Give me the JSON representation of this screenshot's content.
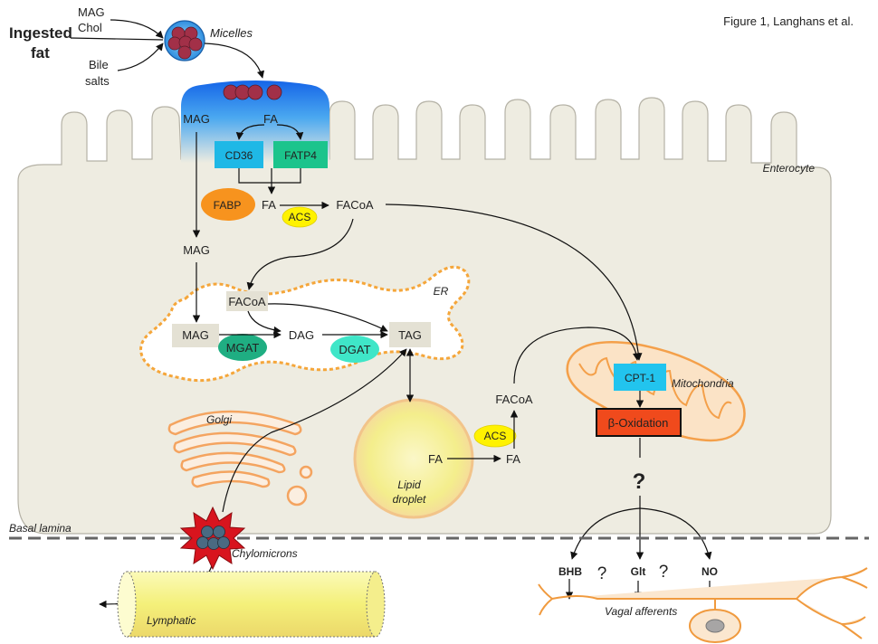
{
  "figure_label": "Figure 1, Langhans et al.",
  "inputs": {
    "ingested_fat": [
      "Ingested",
      "fat"
    ],
    "mag_chol": [
      "MAG",
      "Chol"
    ],
    "bile_salts": [
      "Bile",
      "salts"
    ]
  },
  "micelles_label": "Micelles",
  "enterocyte_label": "Enterocyte",
  "apical": {
    "mag": "MAG",
    "fa": "FA",
    "cd36": "CD36",
    "fatp4": "FATP4"
  },
  "cytosol": {
    "fabp": "FABP",
    "fa": "FA",
    "acs": "ACS",
    "facoa": "FACoA",
    "mag": "MAG"
  },
  "er": {
    "label": "ER",
    "facoa": "FACoA",
    "mag": "MAG",
    "mgat": "MGAT",
    "dag": "DAG",
    "dgat": "DGAT",
    "tag": "TAG"
  },
  "golgi_label": "Golgi",
  "lipid_droplet": {
    "label": [
      "Lipid",
      "droplet"
    ],
    "fa": "FA"
  },
  "droplet_path": {
    "fa": "FA",
    "acs": "ACS",
    "facoa": "FACoA"
  },
  "mitochondria": {
    "label": "Mitochondria",
    "cpt1": "CPT-1",
    "beta_oxidation": "β-Oxidation"
  },
  "question_main": "?",
  "basal_lamina_label": "Basal lamina",
  "chylomicrons_label": "Chylomicrons",
  "lymphatic_label": "Lymphatic",
  "signals": {
    "bhb": "BHB",
    "q1": "?",
    "glt": "Glt",
    "q2": "?",
    "no": "NO"
  },
  "vagal_label": "Vagal afferents",
  "colors": {
    "cd36": "#1fb8e6",
    "fatp4": "#1cc48c",
    "fabp": "#f7931e",
    "acs": "#fff200",
    "mgat": "#1fae82",
    "dgat": "#3fe6c8",
    "cpt1": "#22c4ee",
    "beta_oxidation": "#f04a1c",
    "cell": "#eeece1",
    "golgi": "#f4a460",
    "lymphatic": "#f8f58a",
    "micelle_spheres": "#a23048"
  }
}
